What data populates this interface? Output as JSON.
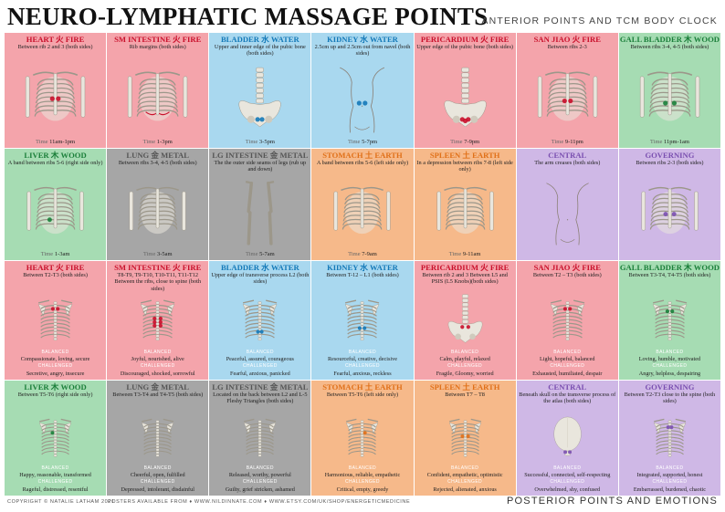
{
  "header": {
    "title": "NEURO-LYMPHATIC MASSAGE POINTS",
    "subtitle": "ANTERIOR POINTS AND TCM BODY CLOCK"
  },
  "footer": {
    "copyright": "COPYRIGHT © NATALIE LATHAM 2021",
    "available": "POSTERS AVAILABLE FROM  ♦ WWW.NILDINNATE.COM  ♦  WWW.ETSY.COM/UK/SHOP/ENERGETICMEDICINE",
    "posterior_title": "POSTERIOR POINTS AND EMOTIONS"
  },
  "labels": {
    "time": "Time",
    "balanced": "BALANCED",
    "challenged": "CHALLENGED"
  },
  "colors": {
    "fire": "#f4a4ab",
    "water": "#a9d8ef",
    "wood": "#a6dcb3",
    "metal": "#a6a6a6",
    "earth": "#f6b98a",
    "central": "#cfb8e6",
    "fire_title": "#c9102b",
    "water_title": "#1479b8",
    "wood_title": "#1b7f3a",
    "metal_title": "#555555",
    "earth_title": "#e07018",
    "central_title": "#7a4fb0"
  },
  "cells": [
    {
      "name": "heart-fire",
      "element": "fire",
      "head": "HEART 火 FIRE",
      "desc": "Between rib 2 and 3 (both sides)",
      "fig": "ribs-full",
      "dots": [
        [
          46,
          52
        ],
        [
          54,
          52
        ]
      ],
      "time": "11am-1pm"
    },
    {
      "name": "sm-intestine-fire",
      "element": "fire",
      "head": "SM INTESTINE 火 FIRE",
      "desc": "Rib margins (both sides)",
      "fig": "ribs-full",
      "dots": [],
      "lines": true,
      "time": "1-3pm"
    },
    {
      "name": "bladder-water",
      "element": "water",
      "head": "BLADDER 水 WATER",
      "desc": "Upper and inner edge of the pubic bone (both sides)",
      "fig": "pelvis-spine",
      "dots": [
        [
          47,
          80
        ],
        [
          53,
          80
        ]
      ],
      "time": "3-5pm"
    },
    {
      "name": "kidney-water",
      "element": "water",
      "head": "KIDNEY 水 WATER",
      "desc": "2.5cm up and 2.5cm out from navel (both sides)",
      "fig": "torso",
      "dots": [
        [
          46,
          58
        ],
        [
          54,
          58
        ]
      ],
      "time": "5-7pm"
    },
    {
      "name": "pericardium-fire",
      "element": "fire",
      "head": "PERICARDIUM 火 FIRE",
      "desc": "Upper edge of the pubic bone (both sides)",
      "fig": "pelvis-spine",
      "dots": [
        [
          46,
          80
        ],
        [
          50,
          82
        ],
        [
          54,
          80
        ]
      ],
      "time": "7-9pm"
    },
    {
      "name": "san-jiao-fire",
      "element": "fire",
      "head": "SAN JIAO 火 FIRE",
      "desc": "Between ribs 2-3",
      "fig": "ribs-full",
      "dots": [
        [
          46,
          55
        ],
        [
          54,
          55
        ]
      ],
      "time": "9-11pm"
    },
    {
      "name": "gall-bladder-wood",
      "element": "wood",
      "head": "GALL BLADDER 木 WOOD",
      "desc": "Between ribs 3-4, 4-5 (both sides)",
      "fig": "ribs-full",
      "dots": [
        [
          44,
          58
        ],
        [
          56,
          58
        ]
      ],
      "time": "11pm-1am"
    },
    {
      "name": "liver-wood",
      "element": "wood",
      "head": "LIVER 木 WOOD",
      "desc": "A band between ribs 5-6 (right side only)",
      "fig": "ribs-full",
      "dots": [
        [
          42,
          62
        ]
      ],
      "time": "1-3am"
    },
    {
      "name": "lung-metal",
      "element": "metal",
      "head": "LUNG 金 METAL",
      "desc": "Between ribs 3-4, 4-5 (both sides)",
      "fig": "ribs-full",
      "dots": [],
      "time": "3-5am"
    },
    {
      "name": "lg-intestine-metal",
      "element": "metal",
      "head": "LG INTESTINE 金 METAL",
      "desc": "The the outer side seams of legs (rub up and down)",
      "fig": "legs",
      "dots": [],
      "time": "5-7am"
    },
    {
      "name": "stomach-earth",
      "element": "earth",
      "head": "STOMACH 土 EARTH",
      "desc": "A band between ribs 5-6 (left side only)",
      "fig": "ribs-full",
      "dots": [],
      "time": "7-9am"
    },
    {
      "name": "spleen-earth",
      "element": "earth",
      "head": "SPLEEN 土 EARTH",
      "desc": "In a depression between ribs 7-8 (left side only)",
      "fig": "ribs-full",
      "dots": [],
      "time": "9-11am"
    },
    {
      "name": "central",
      "element": "central",
      "head": "CENTRAL",
      "desc": "The arm creases (both sides)",
      "fig": "torso",
      "dots": [],
      "time": ""
    },
    {
      "name": "governing",
      "element": "central",
      "head": "GOVERNING",
      "desc": "Between ribs 2-3 (both sides)",
      "fig": "ribs-full",
      "dots": [
        [
          44,
          54
        ],
        [
          56,
          54
        ]
      ],
      "time": ""
    },
    {
      "name": "heart-fire-posterior",
      "element": "fire",
      "head": "HEART 火 FIRE",
      "desc": "Between T2-T3 (both sides)",
      "fig": "back",
      "dots": [
        [
          46,
          34
        ],
        [
          54,
          34
        ]
      ],
      "pos": "Compassionate, loving, secure",
      "neg": "Secretive, angry, insecure"
    },
    {
      "name": "sm-intestine-fire-posterior",
      "element": "fire",
      "head": "SM INTESTINE 火 FIRE",
      "desc": "T8-T9, T9-T10, T10-T11, T11-T12 Between the ribs, close to spine (both sides)",
      "fig": "back",
      "dots": [
        [
          45,
          50
        ],
        [
          55,
          50
        ],
        [
          45,
          56
        ],
        [
          55,
          56
        ],
        [
          45,
          62
        ],
        [
          55,
          62
        ]
      ],
      "pos": "Joyful, nourished, alive",
      "neg": "Discouraged, shocked, sorrowful"
    },
    {
      "name": "bladder-water-posterior",
      "element": "water",
      "head": "BLADDER 水 WATER",
      "desc": "Upper edge of transverse process L2 (both sides)",
      "fig": "back",
      "dots": [
        [
          47,
          72
        ],
        [
          53,
          72
        ]
      ],
      "pos": "Peaceful, assured, courageous",
      "neg": "Fearful, anxious, panicked"
    },
    {
      "name": "kidney-water-posterior",
      "element": "water",
      "head": "KIDNEY 水 WATER",
      "desc": "Between T-12 – L1 (both sides)",
      "fig": "back",
      "dots": [
        [
          46,
          66
        ],
        [
          54,
          66
        ]
      ],
      "pos": "Resourceful, creative, decisive",
      "neg": "Fearful, anxious, reckless"
    },
    {
      "name": "pericardium-fire-posterior",
      "element": "fire",
      "head": "PERICARDIUM 火 FIRE",
      "desc": "Between rib 2 and 3 Between L5 and PSIS (L5 Knobs)(both sides)",
      "fig": "pelvis-spine",
      "dots": [
        [
          45,
          64
        ],
        [
          55,
          64
        ]
      ],
      "pos": "Calm, playful, relaxed",
      "neg": "Fragile, Gloomy, worried"
    },
    {
      "name": "san-jiao-fire-posterior",
      "element": "fire",
      "head": "SAN JIAO 火 FIRE",
      "desc": "Between T2 – T3 (both sides)",
      "fig": "back",
      "dots": [
        [
          46,
          34
        ],
        [
          54,
          34
        ]
      ],
      "pos": "Light, hopeful, balanced",
      "neg": "Exhausted, humiliated, despair"
    },
    {
      "name": "gall-bladder-wood-posterior",
      "element": "wood",
      "head": "GALL BLADDER 木 WOOD",
      "desc": "Between T3-T4, T4-T5 (both sides)",
      "fig": "back",
      "dots": [
        [
          46,
          38
        ],
        [
          54,
          38
        ]
      ],
      "pos": "Loving, humble, motivated",
      "neg": "Angry, helpless, despairing"
    },
    {
      "name": "liver-wood-posterior",
      "element": "wood",
      "head": "LIVER 木 WOOD",
      "desc": "Between T5-T6 (right side only)",
      "fig": "back",
      "dots": [
        [
          45,
          44
        ]
      ],
      "pos": "Happy, reasonable, transformed",
      "neg": "Rageful, distressed, resentful"
    },
    {
      "name": "lung-metal-posterior",
      "element": "metal",
      "head": "LUNG 金 METAL",
      "desc": "Between T3-T4 and T4-T5 (both sides)",
      "fig": "back",
      "dots": [],
      "pos": "Cheerful, open, fulfilled",
      "neg": "Depressed, intolerant, disdainful"
    },
    {
      "name": "lg-intestine-metal-posterior",
      "element": "metal",
      "head": "LG INTESTINE 金 METAL",
      "desc": "Located on the back between L2 and L-5 Fleshy Triangles (both sides)",
      "fig": "back",
      "dots": [],
      "pos": "Released, worthy, powerful",
      "neg": "Guilty, grief stricken, ashamed"
    },
    {
      "name": "stomach-earth-posterior",
      "element": "earth",
      "head": "STOMACH 土 EARTH",
      "desc": "Between T5-T6 (left side only)",
      "fig": "back",
      "dots": [
        [
          55,
          44
        ]
      ],
      "pos": "Harmonious, reliable, empathetic",
      "neg": "Critical, empty, greedy"
    },
    {
      "name": "spleen-earth-posterior",
      "element": "earth",
      "head": "SPLEEN 土 EARTH",
      "desc": "Between T7 – T8",
      "fig": "back",
      "dots": [
        [
          45,
          50
        ],
        [
          55,
          50
        ]
      ],
      "pos": "Confident, empathetic, optimistic",
      "neg": "Rejected, alienated, anxious"
    },
    {
      "name": "central-posterior",
      "element": "central",
      "head": "CENTRAL",
      "desc": "Beneath skull on the transverse process of the atlas (both sides)",
      "fig": "skull",
      "dots": [
        [
          46,
          78
        ],
        [
          54,
          78
        ]
      ],
      "pos": "Successful, connected, self-respecting",
      "neg": "Overwhelmed, shy, confused"
    },
    {
      "name": "governing-posterior",
      "element": "central",
      "head": "GOVERNING",
      "desc": "Between T2-T3 close to the spine (both sides)",
      "fig": "back",
      "dots": [
        [
          47,
          34
        ],
        [
          53,
          34
        ]
      ],
      "pos": "Integrated, supported, honest",
      "neg": "Embarrassed, burdened, chaotic"
    }
  ]
}
